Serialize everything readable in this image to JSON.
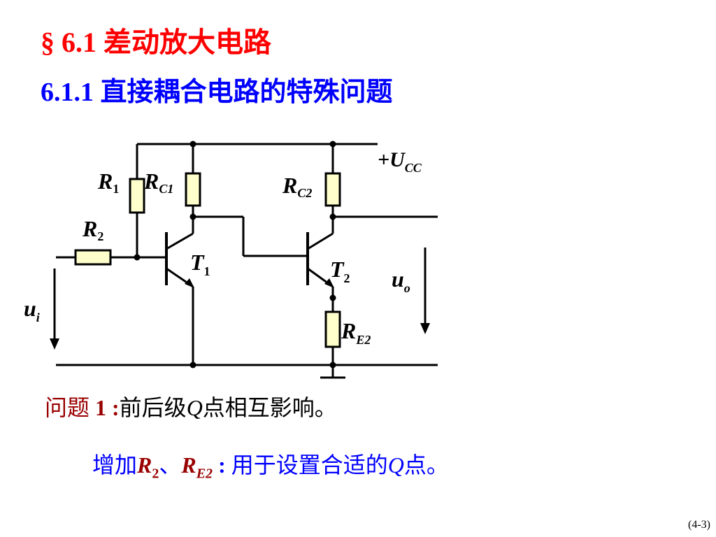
{
  "header": {
    "title": "§ 6.1 差动放大电路",
    "subtitle": "6.1.1 直接耦合电路的特殊问题"
  },
  "circuit": {
    "labels": {
      "r1": "R",
      "r1_sub": "1",
      "rc1": "R",
      "rc1_sub": "C1",
      "rc2": "R",
      "rc2_sub": "C2",
      "r2": "R",
      "r2_sub": "2",
      "t1": "T",
      "t1_sub": "1",
      "t2": "T",
      "t2_sub": "2",
      "re2": "R",
      "re2_sub": "E2",
      "ucc_prefix": "+U",
      "ucc_sub": "CC",
      "ui": "u",
      "ui_sub": "i",
      "uo": "u",
      "uo_sub": "o"
    }
  },
  "problem": {
    "label": "问题",
    "number": "1 :",
    "text_a": "前后级",
    "q": "Q",
    "text_b": "点相互影响。"
  },
  "solution": {
    "prefix": "增加",
    "r2": "R",
    "r2_sub": "2",
    "sep": "、",
    "re2": "R",
    "re2_sub": "E2",
    "colon": " : ",
    "text_a": "用于设置合适的",
    "q": "Q",
    "text_b": "点。"
  },
  "footer": {
    "page": "(4-3)"
  },
  "colors": {
    "title": "#ff0000",
    "subtitle": "#0000ff",
    "accent": "#990000",
    "resistor_fill": "#ffffcc"
  }
}
